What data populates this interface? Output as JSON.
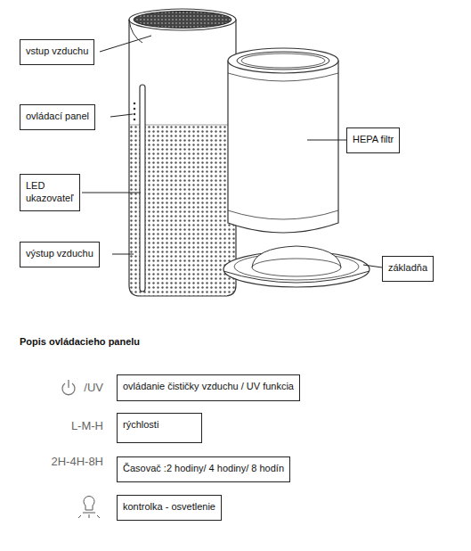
{
  "diagram": {
    "title": "Popis ovládacieho panelu",
    "nodes": [
      {
        "text": [
          "vstup vzduchu"
        ]
      },
      {
        "text": [
          "ovládací panel"
        ]
      },
      {
        "text": [
          "LED ukazovateľ"
        ]
      },
      {
        "text": [
          "HEPA filtr"
        ]
      },
      {
        "text": [
          "výstup vzduchu"
        ]
      },
      {
        "text": [
          "základňa"
        ]
      },
      {
        "text": [
          "ovládanie čističky vzduchu / UV funkcia"
        ]
      },
      {
        "text": [
          "rýchlosti"
        ]
      },
      {
        "text": [
          "Časovač :2 hodiny/ 4 hodiny/ 8 hodín"
        ]
      },
      {
        "text": [
          "kontrolka - osvetlenie"
        ]
      }
    ],
    "labels": [
      "/UV",
      "L-M-H",
      "2H-4H-8H"
    ]
  }
}
